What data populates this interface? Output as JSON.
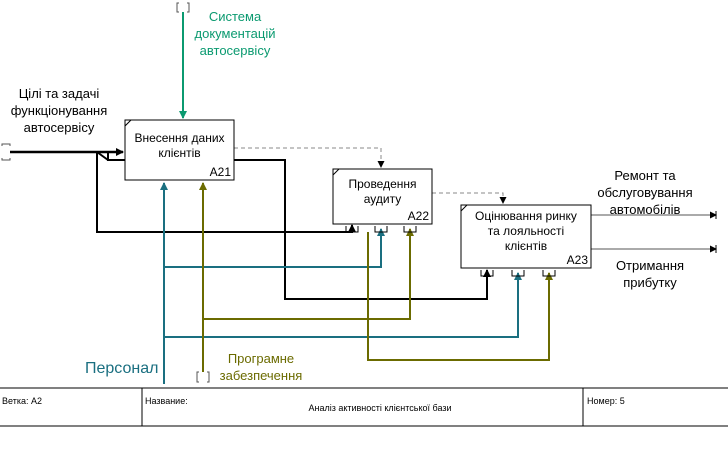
{
  "colors": {
    "control": "#0b9a70",
    "mechanism_personnel": "#1a6f80",
    "mechanism_software": "#6b6b00",
    "flow": "#000000",
    "dashed": "#888888"
  },
  "boxes": [
    {
      "id": "A21",
      "label_lines": [
        "Внесення даних",
        "клієнтів"
      ]
    },
    {
      "id": "A22",
      "label_lines": [
        "Проведення",
        "аудиту"
      ]
    },
    {
      "id": "A23",
      "label_lines": [
        "Оцінювання ринку",
        "та лояльності",
        "клієнтів"
      ]
    }
  ],
  "arrows": {
    "input": {
      "label_lines": [
        "Цілі та задачі",
        "функціонування",
        "автосервісу"
      ]
    },
    "control": {
      "label_lines": [
        "Система",
        "документацій",
        "автосервісу"
      ]
    },
    "output_repair": {
      "label_lines": [
        "Ремонт та",
        "обслуговування",
        "автомобілів"
      ]
    },
    "output_profit": {
      "label_lines": [
        "Отримання",
        "прибутку"
      ]
    },
    "mechanism_personnel": {
      "label": "Персонал"
    },
    "mechanism_software": {
      "label_lines": [
        "Програмне",
        "забезпечення"
      ]
    }
  },
  "footer": {
    "node_label": "Ветка: А2",
    "title_label": "Название:",
    "title_value": "Аналіз активності клієнтської бази",
    "number_label": "Номер: 5"
  }
}
